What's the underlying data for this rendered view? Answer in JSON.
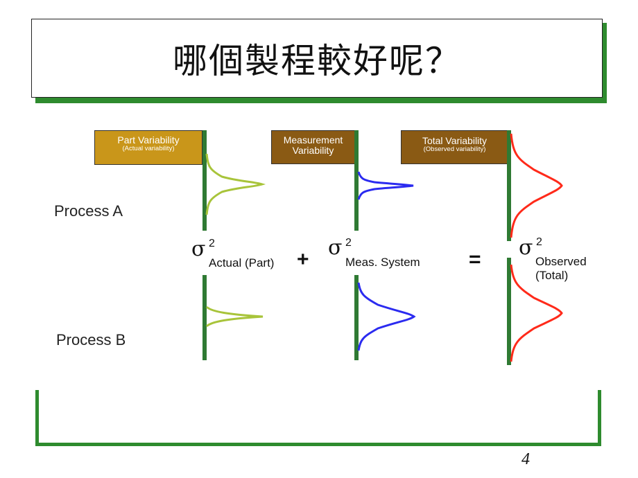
{
  "title": "哪個製程較好呢？",
  "page_number": "4",
  "processes": {
    "a_label": "Process A",
    "b_label": "Process B"
  },
  "headers": {
    "part": {
      "line1": "Part Variability",
      "line2": "(Actual variability)"
    },
    "measurement": {
      "line1": "Measurement",
      "line2": "Variability"
    },
    "total": {
      "line1": "Total Variability",
      "line2": "(Observed variability)"
    }
  },
  "equation": {
    "sigma": "σ",
    "squared": "2",
    "actual_sub": "Actual (Part)",
    "meas_sub": "Meas. System",
    "observed_sub": "Observed",
    "total_sub": "(Total)",
    "plus": "+",
    "equals": "="
  },
  "colors": {
    "part_header": "#c9961a",
    "measurement_header": "#8a5a14",
    "total_header": "#8a5a14",
    "part_curve": "#a8c43a",
    "measurement_curve": "#2b2bf0",
    "total_curve": "#ff2a1a",
    "axis_bar": "#2f7a33",
    "frame": "#2e8b2e"
  }
}
